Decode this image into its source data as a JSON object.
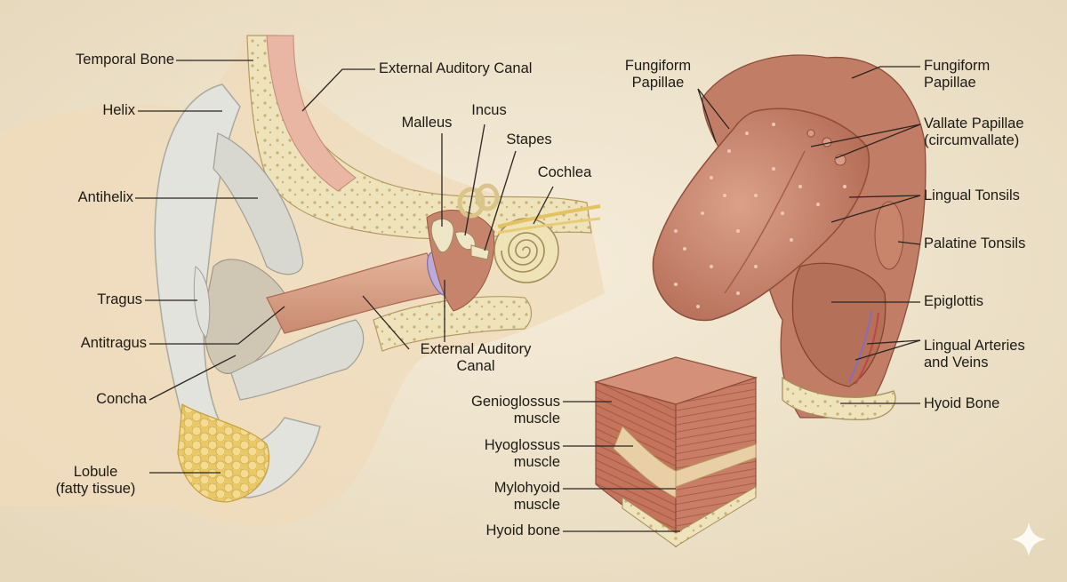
{
  "colors": {
    "background": "#efe4cf",
    "skin": "#f1dcbf",
    "cartilage": "#e6e6e0",
    "bone": "#eee2b8",
    "tongue": "#cf8c73",
    "muscle": "#c77963",
    "fat": "#f0d98a",
    "label_text": "#1d1a16"
  },
  "ear": {
    "labels": {
      "temporal_bone": "Temporal Bone",
      "helix": "Helix",
      "antihelix": "Antihelix",
      "tragus": "Tragus",
      "antitragus": "Antitragus",
      "concha": "Concha",
      "lobule": "Lobule\n(fatty tissue)",
      "external_auditory_canal_top": "External Auditory Canal",
      "malleus": "Malleus",
      "incus": "Incus",
      "stapes": "Stapes",
      "cochlea": "Cochlea",
      "external_auditory_canal_bottom": "External Auditory\nCanal"
    }
  },
  "tongue": {
    "labels": {
      "fungiform_left": "Fungiform\nPapillae",
      "fungiform_right": "Fungiform\nPapillae",
      "vallate": "Vallate Papillae\n(circumvallate)",
      "lingual_tonsils": "Lingual Tonsils",
      "palatine_tonsils": "Palatine Tonsils",
      "epiglottis": "Epiglottis",
      "lingual_vessels": "Lingual Arteries\nand Veins",
      "hyoid_bone": "Hyoid Bone"
    }
  },
  "muscle_block": {
    "labels": {
      "genioglossus": "Genioglossus\nmuscle",
      "hyoglossus": "Hyoglossus\nmuscle",
      "mylohyoid": "Mylohyoid\nmuscle",
      "hyoid_bone": "Hyoid bone"
    }
  },
  "icons": {
    "watermark": "sparkle-star-icon"
  }
}
